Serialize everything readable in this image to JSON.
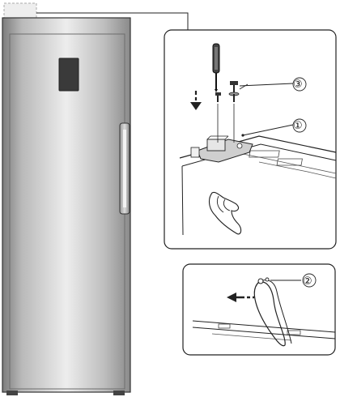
{
  "callouts": {
    "hinge_bracket": "①",
    "wire": "②",
    "screws": "③"
  },
  "colors": {
    "steel_light": "#e9e9e9",
    "steel_mid": "#b9b9b9",
    "steel_dark": "#7c7c7c",
    "display": "#3a3a3a",
    "line": "#111111"
  },
  "icons": [
    "screwdriver-icon",
    "hand-icon",
    "down-arrow-icon",
    "left-arrow-icon"
  ]
}
